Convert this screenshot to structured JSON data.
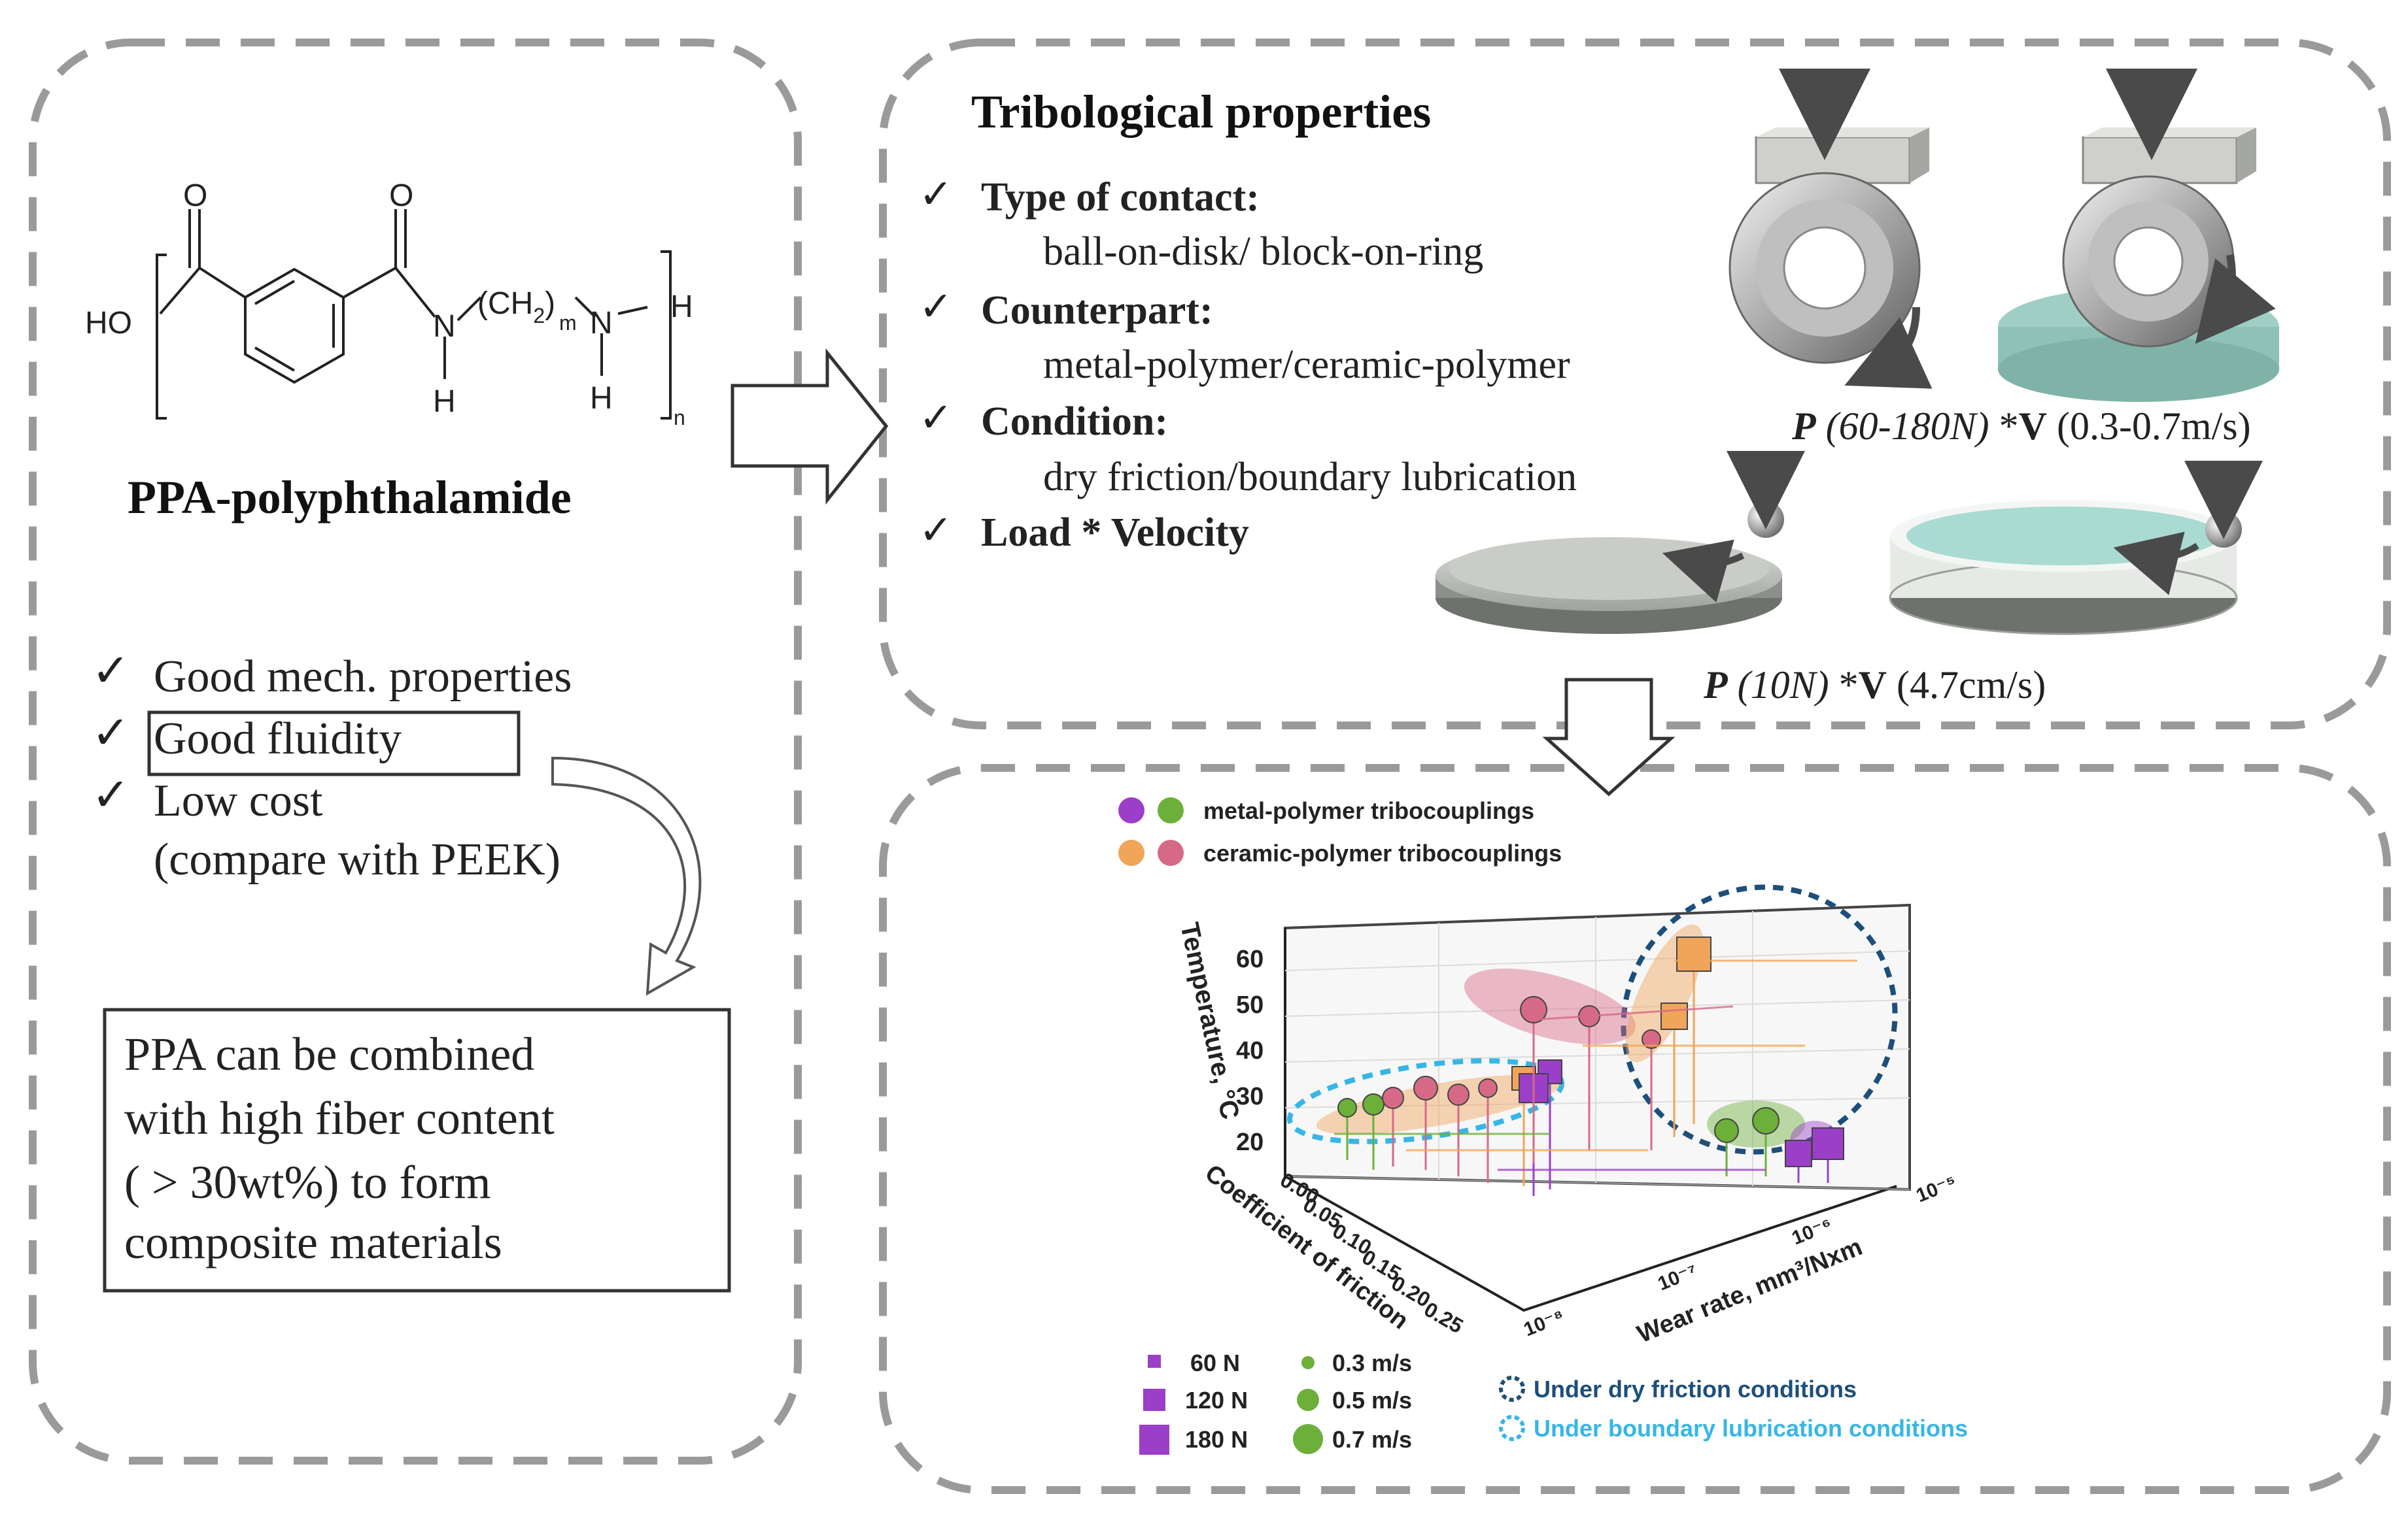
{
  "molecule": {
    "ho": "HO",
    "o1": "O",
    "o2": "O",
    "n1": "N",
    "h1": "H",
    "ch2": "(CH",
    "sub2": "2",
    "close": ")",
    "m": "m",
    "n2": "N",
    "h2": "H",
    "h3": "H",
    "n_sub": "n"
  },
  "left_panel": {
    "title": "PPA-polyphthalamide",
    "checks": [
      "Good mech. properties",
      "Good fluidity",
      "Low cost"
    ],
    "check_extra": "(compare with PEEK)",
    "check_mark": "✓",
    "box_lines": [
      "PPA can be combined",
      "with high fiber content",
      "( > 30wt%) to form",
      "composite materials"
    ]
  },
  "trib_panel": {
    "title": "Tribological properties",
    "check_mark": "✓",
    "items": [
      {
        "label": "Type of contact:",
        "detail": "ball-on-disk/ block-on-ring"
      },
      {
        "label": "Counterpart:",
        "detail": "metal-polymer/ceramic-polymer"
      },
      {
        "label": "Condition:",
        "detail": "dry friction/boundary lubrication"
      },
      {
        "label": "Load * Velocity",
        "detail": ""
      }
    ],
    "formula1": {
      "p": "P",
      "range": " (60-180N) ",
      "mult": "*",
      "v": "V",
      "vrange": " (0.3-0.7m/s)"
    },
    "formula2": {
      "p": "P",
      "range": " (10N) ",
      "mult": "*",
      "v": "V",
      "vrange": " (4.7cm/s)"
    }
  },
  "plot_panel": {
    "legend_top": [
      "metal-polymer tribocouplings",
      "ceramic-polymer tribocouplings"
    ],
    "z_label": "Temperature, °C",
    "z_ticks": [
      "60",
      "50",
      "40",
      "30",
      "20"
    ],
    "y_label": "Coefficient of friction",
    "y_ticks": [
      "0.00",
      "0.05",
      "0.10",
      "0.15",
      "0.20",
      "0.25"
    ],
    "x_label": "Wear rate, mm³/Nxm",
    "x_ticks": [
      "10⁻⁸",
      "10⁻⁷",
      "10⁻⁶",
      "10⁻⁵"
    ],
    "legend_load": [
      "60 N",
      "120 N",
      "180 N"
    ],
    "legend_speed": [
      "0.3 m/s",
      "0.5 m/s",
      "0.7 m/s"
    ],
    "legend_cond": [
      "Under dry friction conditions",
      "Under boundary lubrication conditions"
    ]
  },
  "colors": {
    "dash_border": "#9a9a9a",
    "purple": "#9b3fc9",
    "green": "#6cb03a",
    "orange": "#f0a55a",
    "pink": "#d66a86",
    "dark_blue": "#1d4f7a",
    "light_blue": "#37b6e6"
  }
}
